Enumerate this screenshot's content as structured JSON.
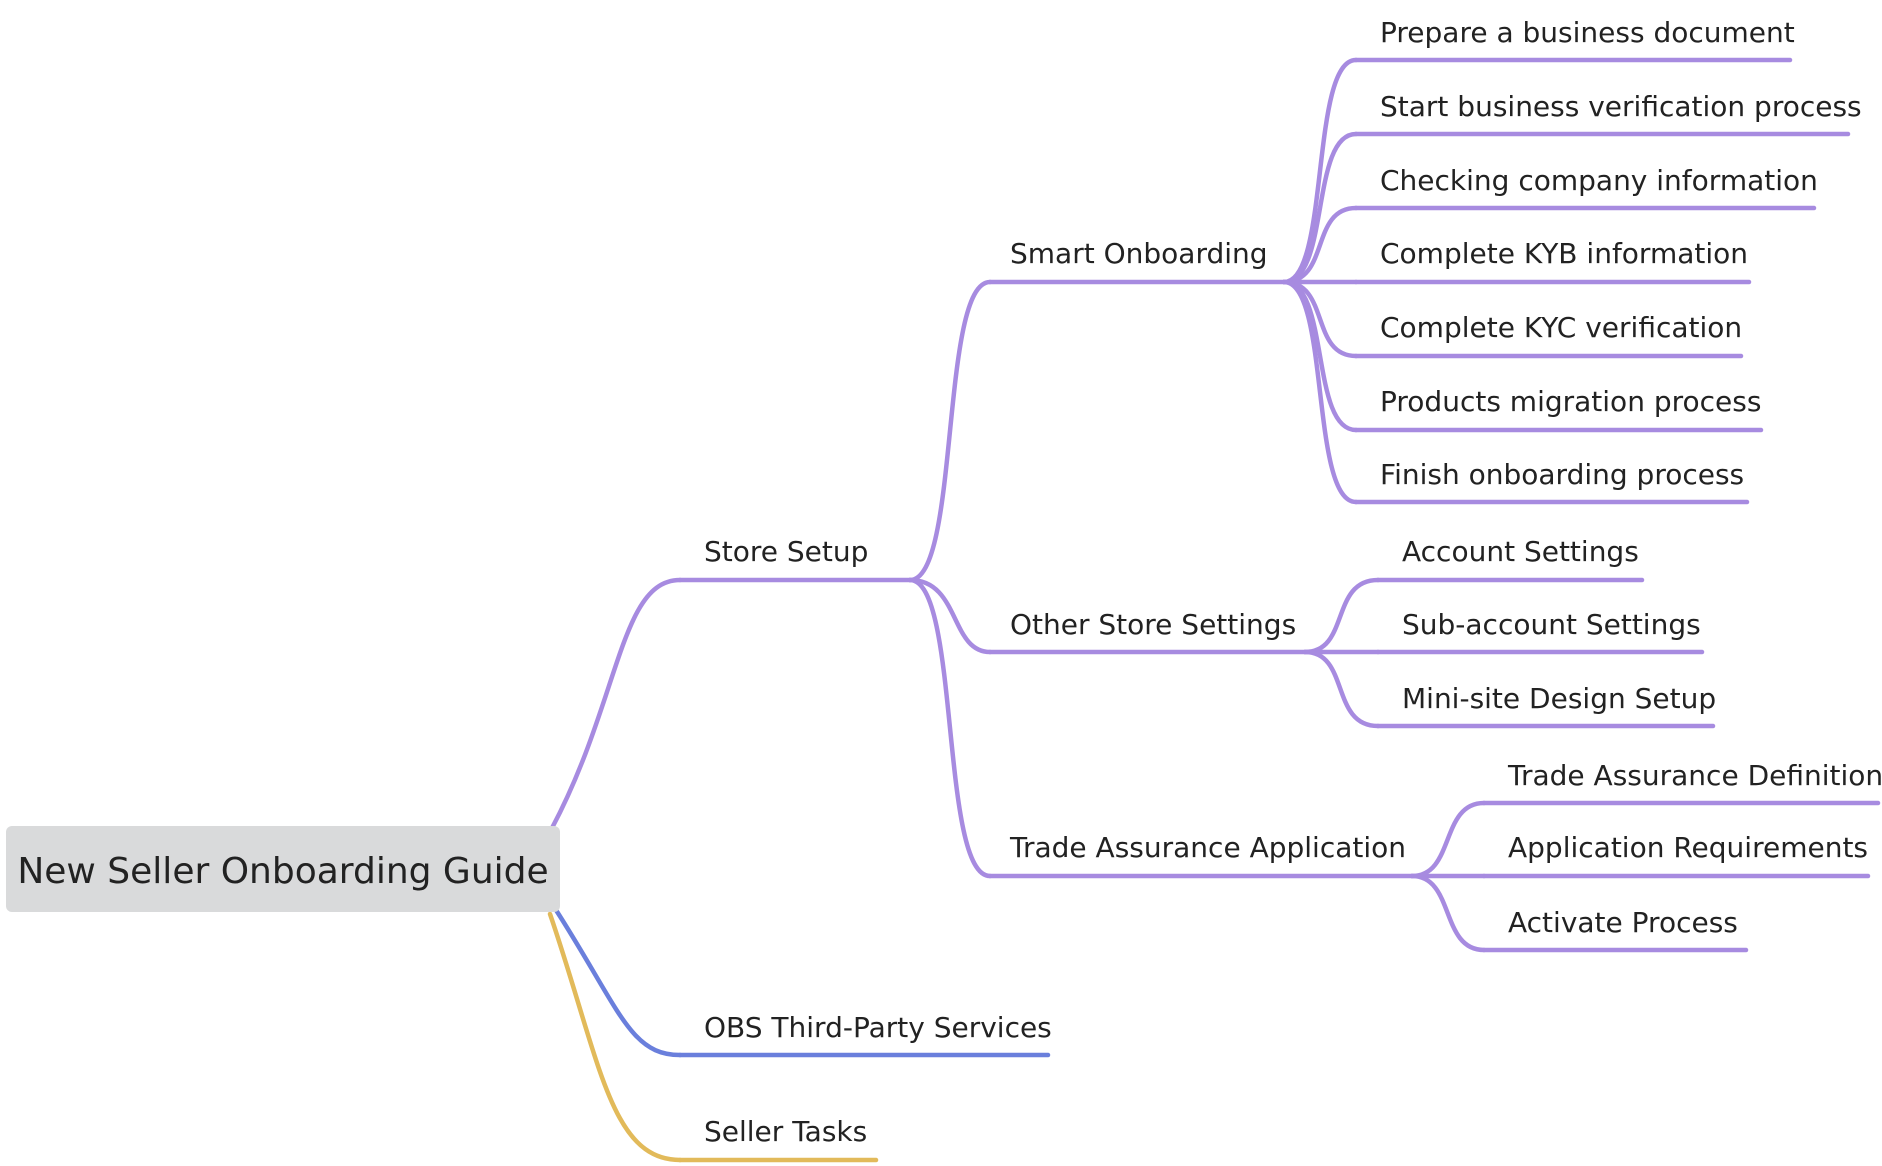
{
  "colors": {
    "background": "#ffffff",
    "root_fill": "#d9dadb",
    "text": "#222222",
    "purple": "#a78be0",
    "blue": "#6a7fdc",
    "gold": "#e2ba5a"
  },
  "mindmap": {
    "root": "New Seller Onboarding Guide",
    "branches": [
      {
        "label": "Store Setup",
        "color": "purple",
        "children": [
          {
            "label": "Smart Onboarding",
            "children": [
              "Prepare a business document",
              "Start business verification process",
              "Checking company information",
              "Complete KYB information",
              "Complete KYC verification",
              "Products migration process",
              "Finish onboarding process"
            ]
          },
          {
            "label": "Other Store Settings",
            "children": [
              "Account Settings",
              "Sub-account Settings",
              "Mini-site Design Setup"
            ]
          },
          {
            "label": "Trade Assurance Application",
            "children": [
              "Trade Assurance Definition",
              "Application Requirements",
              "Activate Process"
            ]
          }
        ]
      },
      {
        "label": "OBS Third-Party Services",
        "color": "blue",
        "children": []
      },
      {
        "label": "Seller Tasks",
        "color": "gold",
        "children": []
      }
    ]
  }
}
